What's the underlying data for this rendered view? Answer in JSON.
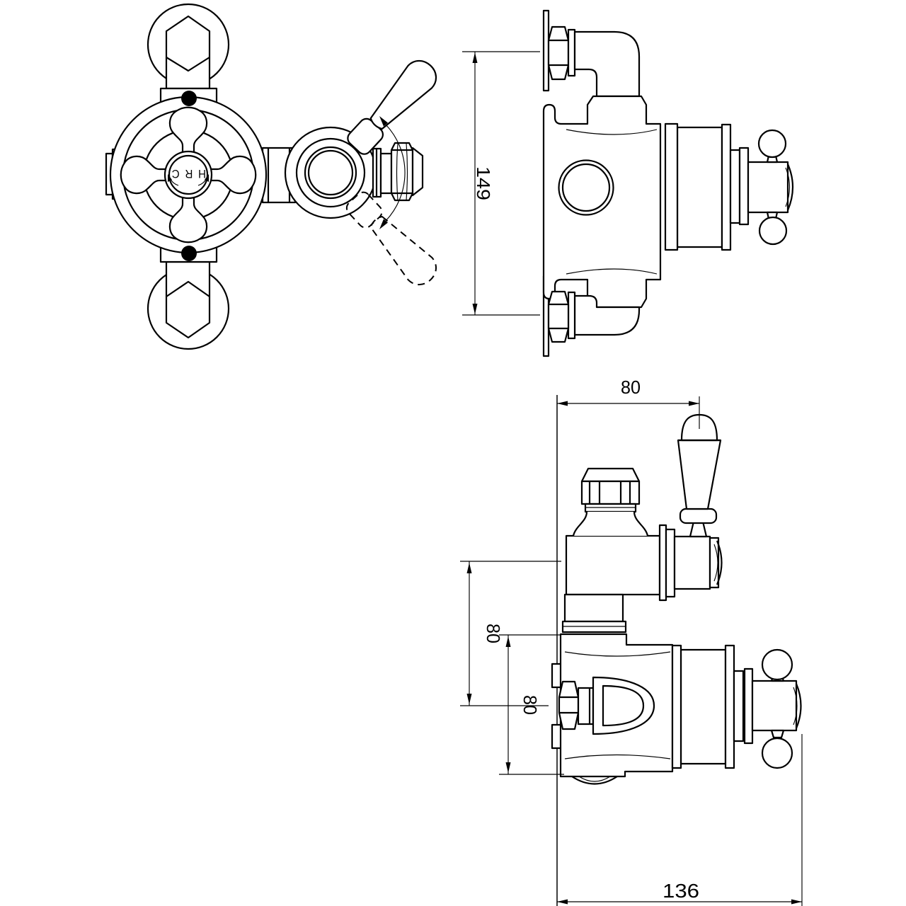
{
  "drawing": {
    "type": "technical-drawing",
    "subject": "exposed thermostatic shower valve - three orthographic views",
    "background_color": "#ffffff",
    "line_color": "#000000",
    "labels": {
      "handle_cap": "H R C",
      "dim_side_height": "149",
      "dim_front_top_width": "80",
      "dim_front_port_spacing": "80",
      "dim_front_body_height": "80",
      "dim_front_overall_width": "136"
    }
  }
}
